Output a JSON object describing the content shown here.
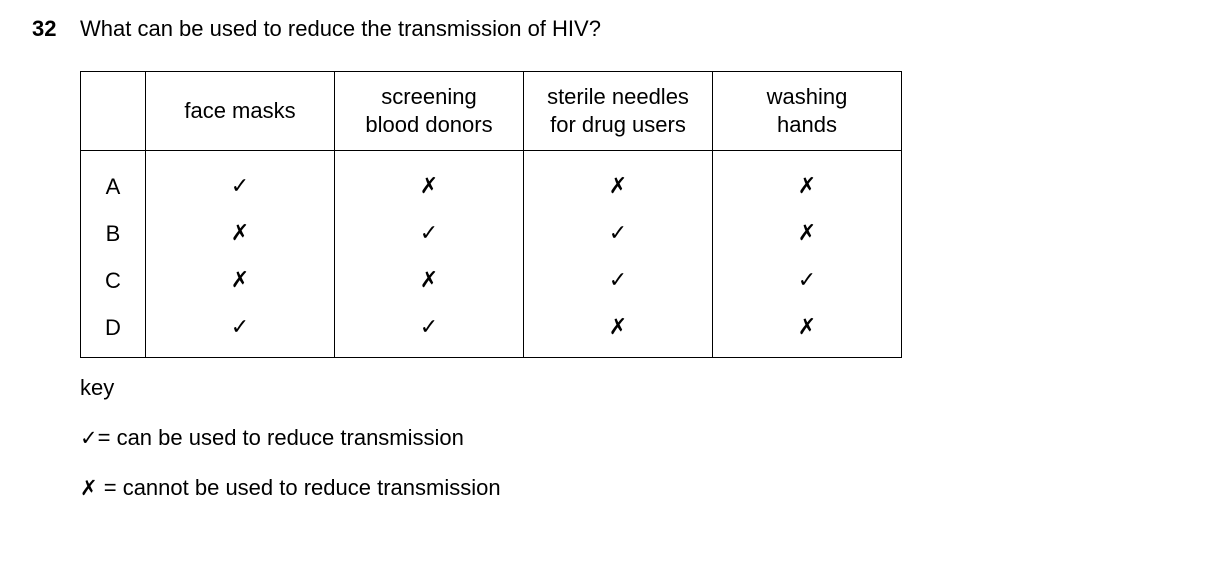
{
  "question": {
    "number": "32",
    "text": "What can be used to reduce the transmission of HIV?"
  },
  "table": {
    "headers": [
      [
        "face masks"
      ],
      [
        "screening",
        "blood donors"
      ],
      [
        "sterile needles",
        "for drug users"
      ],
      [
        "washing",
        "hands"
      ]
    ],
    "rows": [
      {
        "label": "A",
        "cells": [
          "✓",
          "✗",
          "✗",
          "✗"
        ]
      },
      {
        "label": "B",
        "cells": [
          "✗",
          "✓",
          "✓",
          "✗"
        ]
      },
      {
        "label": "C",
        "cells": [
          "✗",
          "✗",
          "✓",
          "✓"
        ]
      },
      {
        "label": "D",
        "cells": [
          "✓",
          "✓",
          "✗",
          "✗"
        ]
      }
    ]
  },
  "key": {
    "title": "key",
    "tick_symbol": "✓",
    "tick_text": "= can be used to reduce transmission",
    "cross_symbol": "✗",
    "cross_text": "= cannot be used to reduce transmission"
  }
}
